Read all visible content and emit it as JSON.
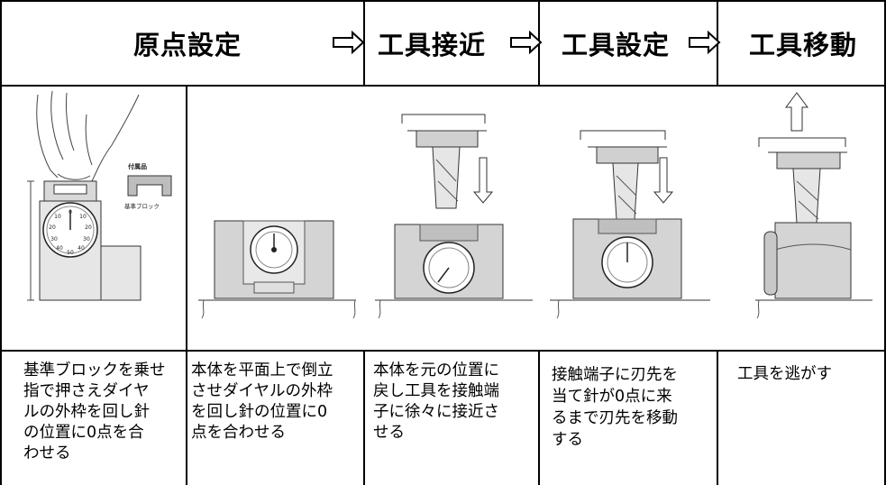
{
  "header": {
    "origin_setting": "原点設定",
    "tool_approach": "工具接近",
    "tool_setting": "工具設定",
    "tool_move": "工具移動"
  },
  "illustrations": {
    "accessory_label": "付属品",
    "reference_block_label": "基準ブロック",
    "dial_numbers": [
      "0",
      "10",
      "10",
      "20",
      "20",
      "30",
      "30",
      "40",
      "40",
      "50"
    ]
  },
  "descriptions": [
    "基準ブロックを乗せ\n指で押さえダイヤ\nルの外枠を回し針\nの位置に0点を合\nわせる",
    "本体を平面上で倒立\nさせダイヤルの外枠\nを回し針の位置に0\n点を合わせる",
    "本体を元の位置に\n戻し工具を接触端\n子に徐々に接近さ\nせる",
    "接触端子に刃先を\n当て針が0点に来\nるまで刃先を移動\nする",
    "工具を逃がす"
  ]
}
